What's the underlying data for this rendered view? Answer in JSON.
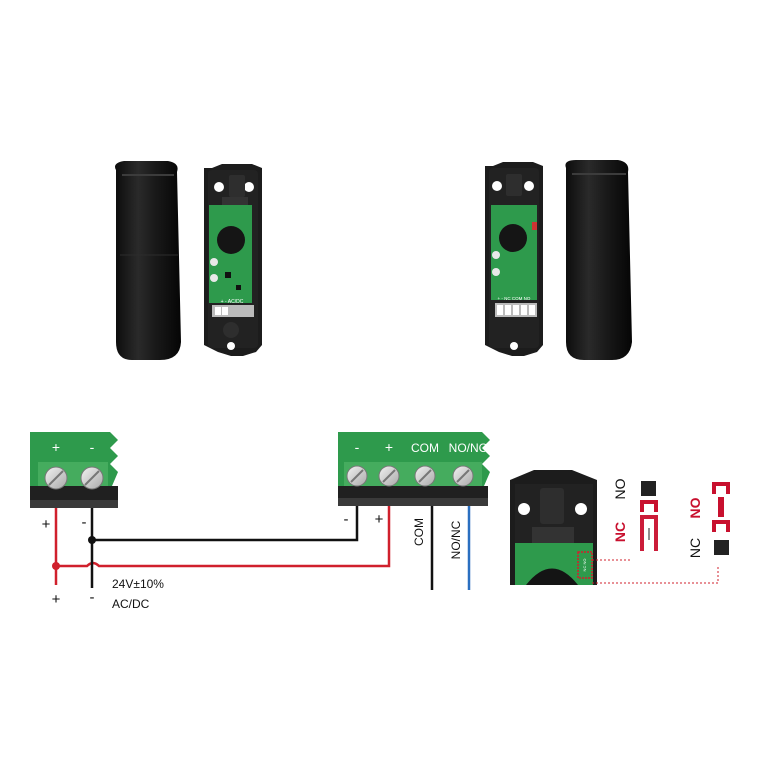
{
  "terminal_left": {
    "plus": "+",
    "minus": "-"
  },
  "terminal_right": {
    "minus": "-",
    "plus": "+",
    "com": "COM",
    "nonc": "NO/NC"
  },
  "wire_labels": {
    "minus_left": "-",
    "plus_left": "+",
    "minus_right": "-",
    "plus_right": "+",
    "com": "COM",
    "nonc": "NO/NC",
    "bottom_plus": "+",
    "bottom_minus": "-"
  },
  "power": {
    "voltage": "24V±10%",
    "type": "AC/DC"
  },
  "pcb_left": {
    "marking": "+ - AC/DC"
  },
  "pcb_right": {
    "marking": "+ - NC COM NO"
  },
  "jumper": {
    "nc_red": "NC",
    "no_black": "NO",
    "no_red": "NO",
    "nc_black": "NC",
    "chip_label": "NC NO"
  },
  "colors": {
    "terminal_green": "#2e9a4c",
    "wire_red": "#d0202c",
    "wire_black": "#111111",
    "wire_blue": "#2a6fc0",
    "housing": "#1b1b1b",
    "pcb_green": "#2e9a4c"
  }
}
